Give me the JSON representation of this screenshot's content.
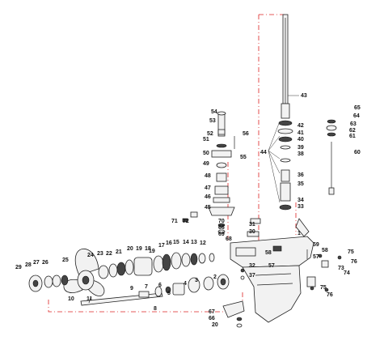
{
  "diagram": {
    "labels": [
      "1",
      "2",
      "3",
      "4",
      "5",
      "6",
      "7",
      "8",
      "9",
      "10",
      "11",
      "12",
      "13",
      "14",
      "15",
      "16",
      "17",
      "18",
      "19",
      "20",
      "21",
      "22",
      "23",
      "24",
      "25",
      "26",
      "27",
      "28",
      "29",
      "30",
      "31",
      "32",
      "33",
      "34",
      "35",
      "36",
      "37",
      "38",
      "39",
      "40",
      "41",
      "42",
      "43",
      "44",
      "45",
      "46",
      "47",
      "48",
      "49",
      "50",
      "51",
      "52",
      "53",
      "54",
      "55",
      "56",
      "57",
      "58",
      "59",
      "60",
      "61",
      "62",
      "63",
      "64",
      "65",
      "66",
      "67",
      "68",
      "69",
      "70",
      "71",
      "72",
      "73",
      "74",
      "75",
      "76",
      "57",
      "58",
      "20",
      "66",
      "76",
      "75",
      "19"
    ]
  }
}
